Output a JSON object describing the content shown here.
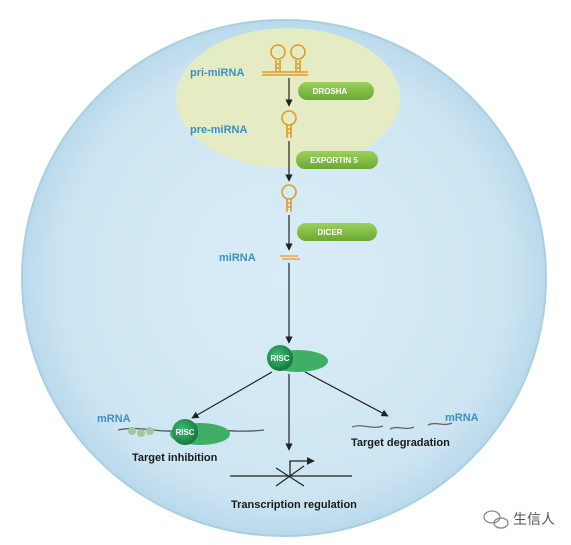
{
  "stages": {
    "pri_mirna": "pri-miRNA",
    "pre_mirna": "pre-miRNA",
    "mirna": "miRNA"
  },
  "enzymes": {
    "drosha": "DROSHA",
    "exportin5": "EXPORTIN 5",
    "dicer": "DICER"
  },
  "complex": {
    "risc_center": "RISC",
    "risc_left": "RISC"
  },
  "outcomes": {
    "mrna_left": "mRNA",
    "mrna_right": "mRNA",
    "target_inhibition": "Target inhibition",
    "target_degradation": "Target degradation",
    "transcription_regulation": "Transcription regulation"
  },
  "watermark": {
    "text": "生信人"
  },
  "colors": {
    "cell": "#cfe6f3",
    "nucleus": "#e6ecc0",
    "enzyme": "#7cbc3f",
    "risc": "#1f9a55",
    "rna": "#e39a2b",
    "label": "#3a8fc6"
  }
}
